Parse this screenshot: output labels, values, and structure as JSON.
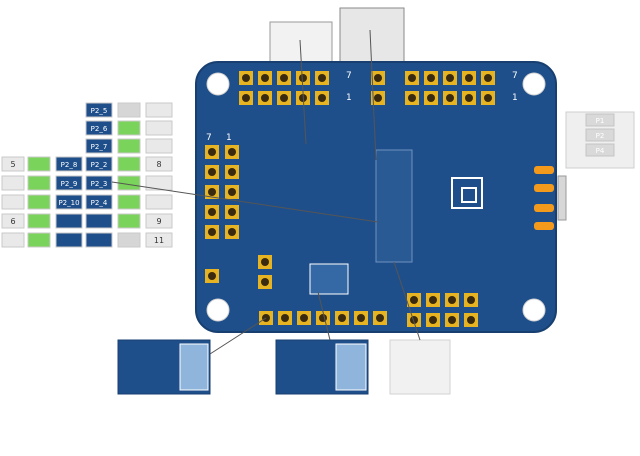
{
  "left_table": {
    "top": [
      {
        "pad": "P2_5",
        "num": "",
        "color": "#d6d6d6"
      },
      {
        "pad": "P2_6",
        "num": "",
        "color": "#7ad35a"
      },
      {
        "pad": "P2_7",
        "num": "",
        "color": "#7ad35a"
      }
    ],
    "rows": [
      {
        "num_l": "5",
        "pad_l": "P2_8",
        "pad_r": "P2_2",
        "num_r": "8",
        "color_l": "#7ad35a",
        "color_r": "#7ad35a"
      },
      {
        "num_l": "",
        "pad_l": "P2_9",
        "pad_r": "P2_3",
        "num_r": "",
        "color_l": "#7ad35a",
        "color_r": "#7ad35a"
      },
      {
        "num_l": "",
        "pad_l": "P2_10",
        "pad_r": "P2_4",
        "num_r": "",
        "color_l": "#7ad35a",
        "color_r": "#7ad35a"
      },
      {
        "num_l": "6",
        "pad_l": "",
        "pad_r": "",
        "num_r": "9",
        "color_l": "#7ad35a",
        "color_r": "#7ad35a"
      },
      {
        "num_l": "",
        "pad_l": "",
        "pad_r": "",
        "num_r": "11",
        "color_l": "#7ad35a",
        "color_r": "#d6d6d6"
      }
    ]
  },
  "right_table": {
    "labels": [
      "P1",
      "P2",
      "P4"
    ]
  },
  "headers": {
    "top_left": [
      "7",
      "1"
    ],
    "top_right": [
      "7",
      "1"
    ],
    "side_left": [
      "7",
      "1"
    ]
  },
  "colors": {
    "board": "#1f4f8a",
    "board_dark": "#173f70",
    "pad_gold": "#e6b422",
    "pad_hole": "#3a2b10",
    "highlight_green": "#7ad35a",
    "gray_cell": "#d6d6d6",
    "orange_pad": "#f39a1d"
  }
}
